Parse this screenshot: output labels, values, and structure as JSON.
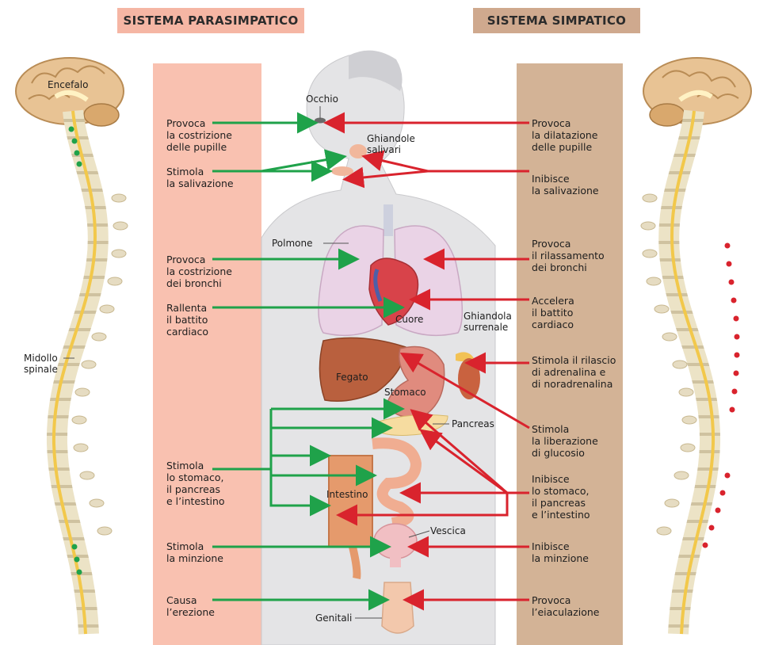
{
  "headers": {
    "parasympathetic": "SISTEMA PARASIMPATICO",
    "sympathetic": "SISTEMA SIMPATICO"
  },
  "parasympathetic_effects": [
    "Provoca\nla costrizione\ndelle pupille",
    "Stimola\nla salivazione",
    "Provoca\nla costrizione\ndei bronchi",
    "Rallenta\nil battito\ncardiaco",
    "Stimola\nlo stomaco,\nil pancreas\ne l’intestino",
    "Stimola\nla minzione",
    "Causa\nl’erezione"
  ],
  "sympathetic_effects": [
    "Provoca\nla dilatazione\ndelle pupille",
    "Inibisce\nla salivazione",
    "Provoca\nil rilassamento\ndei bronchi",
    "Accelera\nil battito\ncardiaco",
    "Stimola il rilascio\ndi adrenalina e\ndi noradrenalina",
    "Stimola\nla liberazione\ndi glucosio",
    "Inibisce\nlo stomaco,\nil pancreas\ne l’intestino",
    "Inibisce\nla minzione",
    "Provoca\nl’eiaculazione"
  ],
  "organ_labels": {
    "eye": "Occhio",
    "salivary": "Ghiandole\nsalivari",
    "lung": "Polmone",
    "heart": "Cuore",
    "adrenal": "Ghiandola\nsurrenale",
    "liver": "Fegato",
    "stomach": "Stomaco",
    "pancreas": "Pancreas",
    "intestine": "Intestino",
    "bladder": "Vescica",
    "genitals": "Genitali"
  },
  "nervous_labels": {
    "brain": "Encefalo",
    "spinal_cord": "Midollo\nspinale"
  },
  "colors": {
    "parasympathetic_arrow": "#1fa24a",
    "sympathetic_arrow": "#d9232d",
    "parasympathetic_band": "#f9c1b0",
    "sympathetic_band": "#d3b396"
  }
}
